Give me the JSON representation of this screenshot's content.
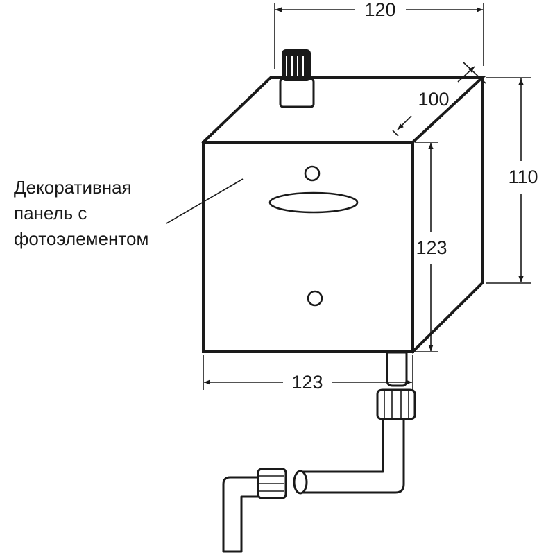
{
  "dimensions": {
    "width_top": "120",
    "depth": "100",
    "height_back": "110",
    "height_front": "123",
    "width_bottom": "123"
  },
  "callout": {
    "lines": [
      "Декоративная",
      "панель с",
      "фотоэлементом"
    ]
  }
}
